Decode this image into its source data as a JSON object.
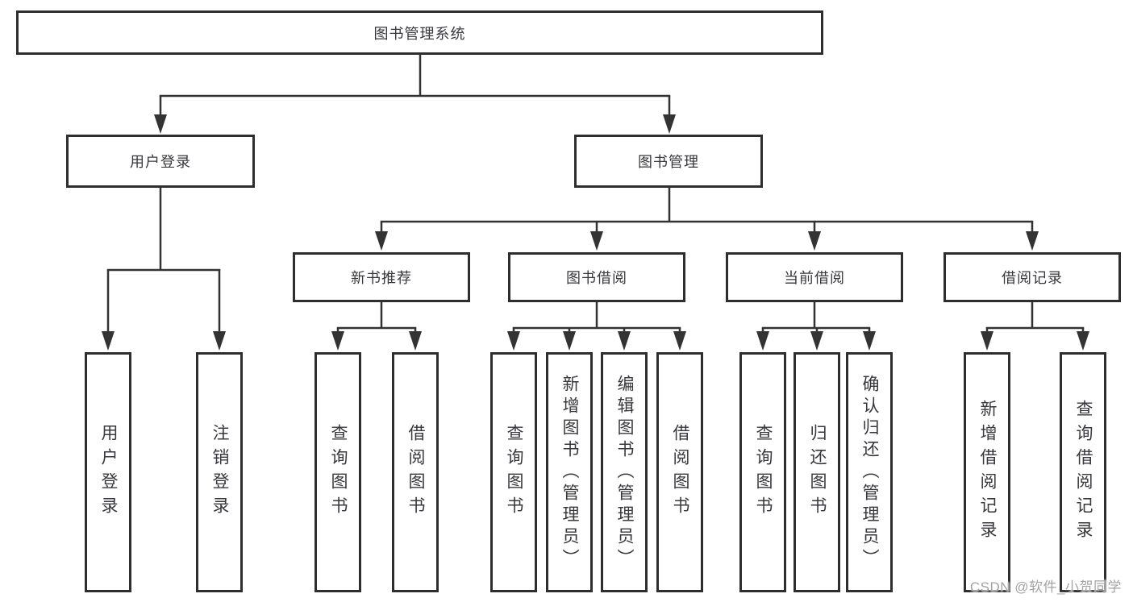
{
  "root": {
    "label": "图书管理系统"
  },
  "level2": [
    {
      "label": "用户登录"
    },
    {
      "label": "图书管理"
    }
  ],
  "level3": [
    {
      "label": "新书推荐"
    },
    {
      "label": "图书借阅"
    },
    {
      "label": "当前借阅"
    },
    {
      "label": "借阅记录"
    }
  ],
  "leaves": {
    "userLogin": [
      "用户登录",
      "注销登录"
    ],
    "newBook": [
      "查询图书",
      "借阅图书"
    ],
    "bookBorrow": [
      "查询图书",
      "新增图书（管理员）",
      "编辑图书（管理员）",
      "借阅图书"
    ],
    "currentBorrow": [
      "查询图书",
      "归还图书",
      "确认归还（管理员）"
    ],
    "borrowRecord": [
      "新增借阅记录",
      "查询借阅记录"
    ]
  },
  "watermark": "CSDN @软件_小贺同学",
  "colors": {
    "line": "#333333",
    "border": "#2e2e2e",
    "text": "#38383c",
    "watermark": "#a3a3a3"
  }
}
